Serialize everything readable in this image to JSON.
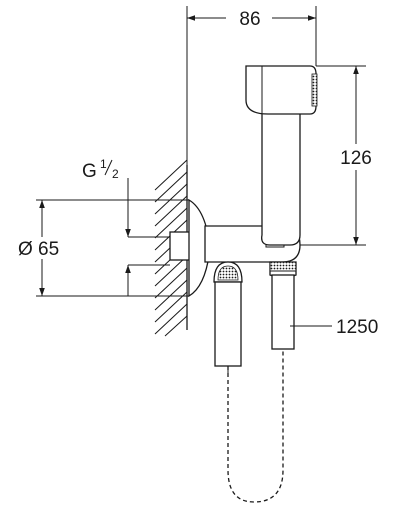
{
  "dimensions": {
    "width": "86",
    "height": "126",
    "diameter": "Ø 65",
    "thread_prefix": "G",
    "thread_num": "1",
    "thread_den": "2",
    "hose_length": "1250"
  }
}
